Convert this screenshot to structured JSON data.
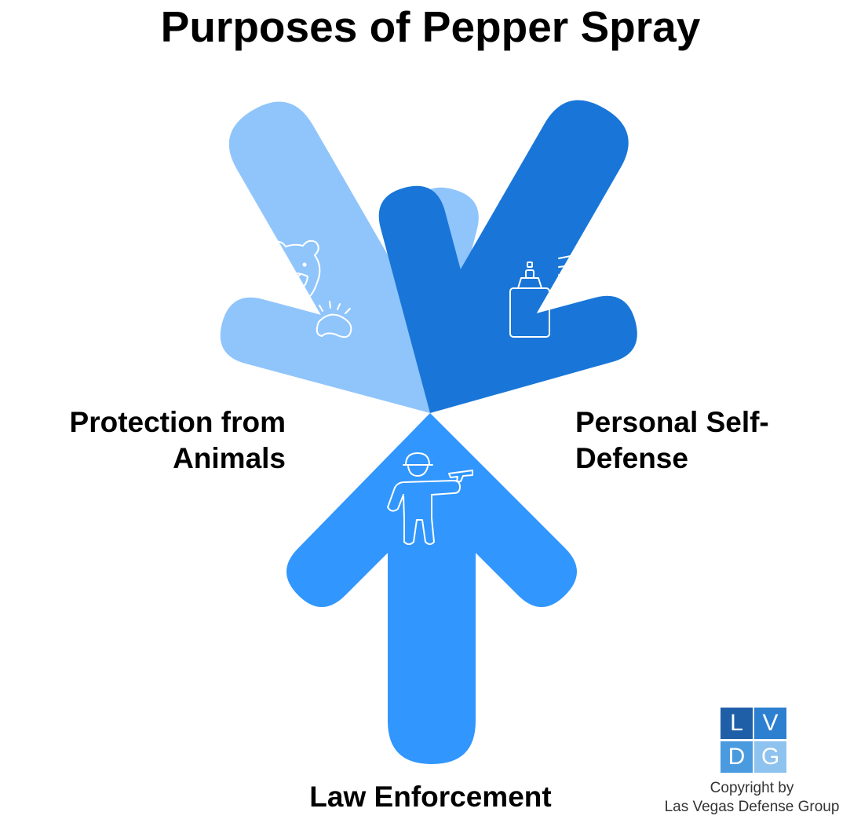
{
  "title": "Purposes of Pepper Spray",
  "items": [
    {
      "label_lines": [
        "Protection from",
        "Animals"
      ],
      "color": "#90c5fb",
      "icon": "bear-icon"
    },
    {
      "label_lines": [
        "Personal Self-",
        "Defense"
      ],
      "color": "#1976d8",
      "icon": "pepper-spray-icon"
    },
    {
      "label_lines": [
        "Law Enforcement"
      ],
      "color": "#3196fd",
      "icon": "officer-icon"
    }
  ],
  "logo": {
    "letters": [
      "L",
      "V",
      "D",
      "G"
    ],
    "colors": [
      "#1f5fa8",
      "#2d7fd0",
      "#4a9ae0",
      "#8ec2ef"
    ]
  },
  "copyright": {
    "line1": "Copyright by",
    "line2": "Las Vegas Defense Group"
  }
}
